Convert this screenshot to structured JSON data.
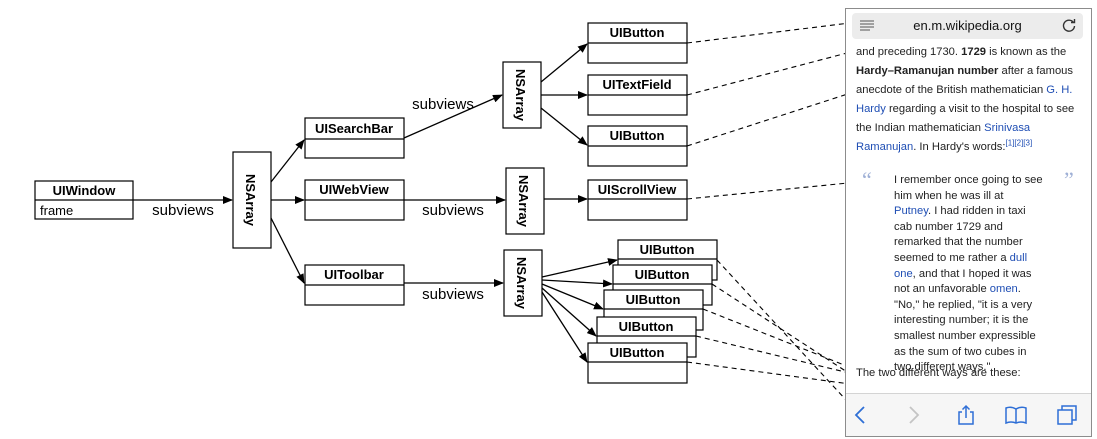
{
  "diagram": {
    "window_node": {
      "title": "UIWindow",
      "field": "frame"
    },
    "array_label": "NSArray",
    "subviews_label": "subviews",
    "level1": [
      {
        "title": "UISearchBar"
      },
      {
        "title": "UIWebView"
      },
      {
        "title": "UIToolbar"
      }
    ],
    "searchbar_children": [
      "UIButton",
      "UITextField",
      "UIButton"
    ],
    "webview_children": [
      "UIScrollView"
    ],
    "toolbar_children": [
      "UIButton",
      "UIButton",
      "UIButton",
      "UIButton",
      "UIButton"
    ]
  },
  "phone": {
    "url": "en.m.wikipedia.org",
    "icons": {
      "reader": "reader-list-icon",
      "reload": "reload-icon",
      "back": "back-chevron-icon",
      "forward": "forward-chevron-icon",
      "share": "share-icon",
      "bookmarks": "bookmarks-book-icon",
      "tabs": "tabs-icon"
    },
    "article": {
      "l1": "and preceding 1730. ",
      "l1b": "1729",
      "l1c": " is known as the",
      "l2b": "Hardy–Ramanujan number",
      "l2c": " after a famous",
      "l3": "anecdote of the British mathematician ",
      "l3link": "G. H.",
      "l4link": "Hardy",
      "l4": " regarding a visit to the hospital to see",
      "l5": "the Indian mathematician ",
      "l5link": "Srinivasa",
      "l6link": "Ramanujan",
      "l6": ". In Hardy's words:",
      "l6sup": "[1][2][3]"
    },
    "quote": {
      "open": "“",
      "close": "”",
      "q1": "I remember once going to see",
      "q2": "him when he was ill at",
      "q3link": "Putney",
      "q3": ". I had ridden in taxi",
      "q4": "cab number 1729 and",
      "q5": "remarked that the number",
      "q6": "seemed to me rather a ",
      "q6link": "dull",
      "q7link": "one",
      "q7": ", and that I hoped it was",
      "q8": "not an unfavorable ",
      "q8link": "omen",
      "q8b": ".",
      "q9": "\"No,\" he replied, \"it is a very",
      "q10": "interesting number; it is the",
      "q11": "smallest number expressible",
      "q12": "as the sum of two cubes in",
      "q13": "two different ways.\""
    },
    "after_quote": "The two different ways are these:"
  }
}
